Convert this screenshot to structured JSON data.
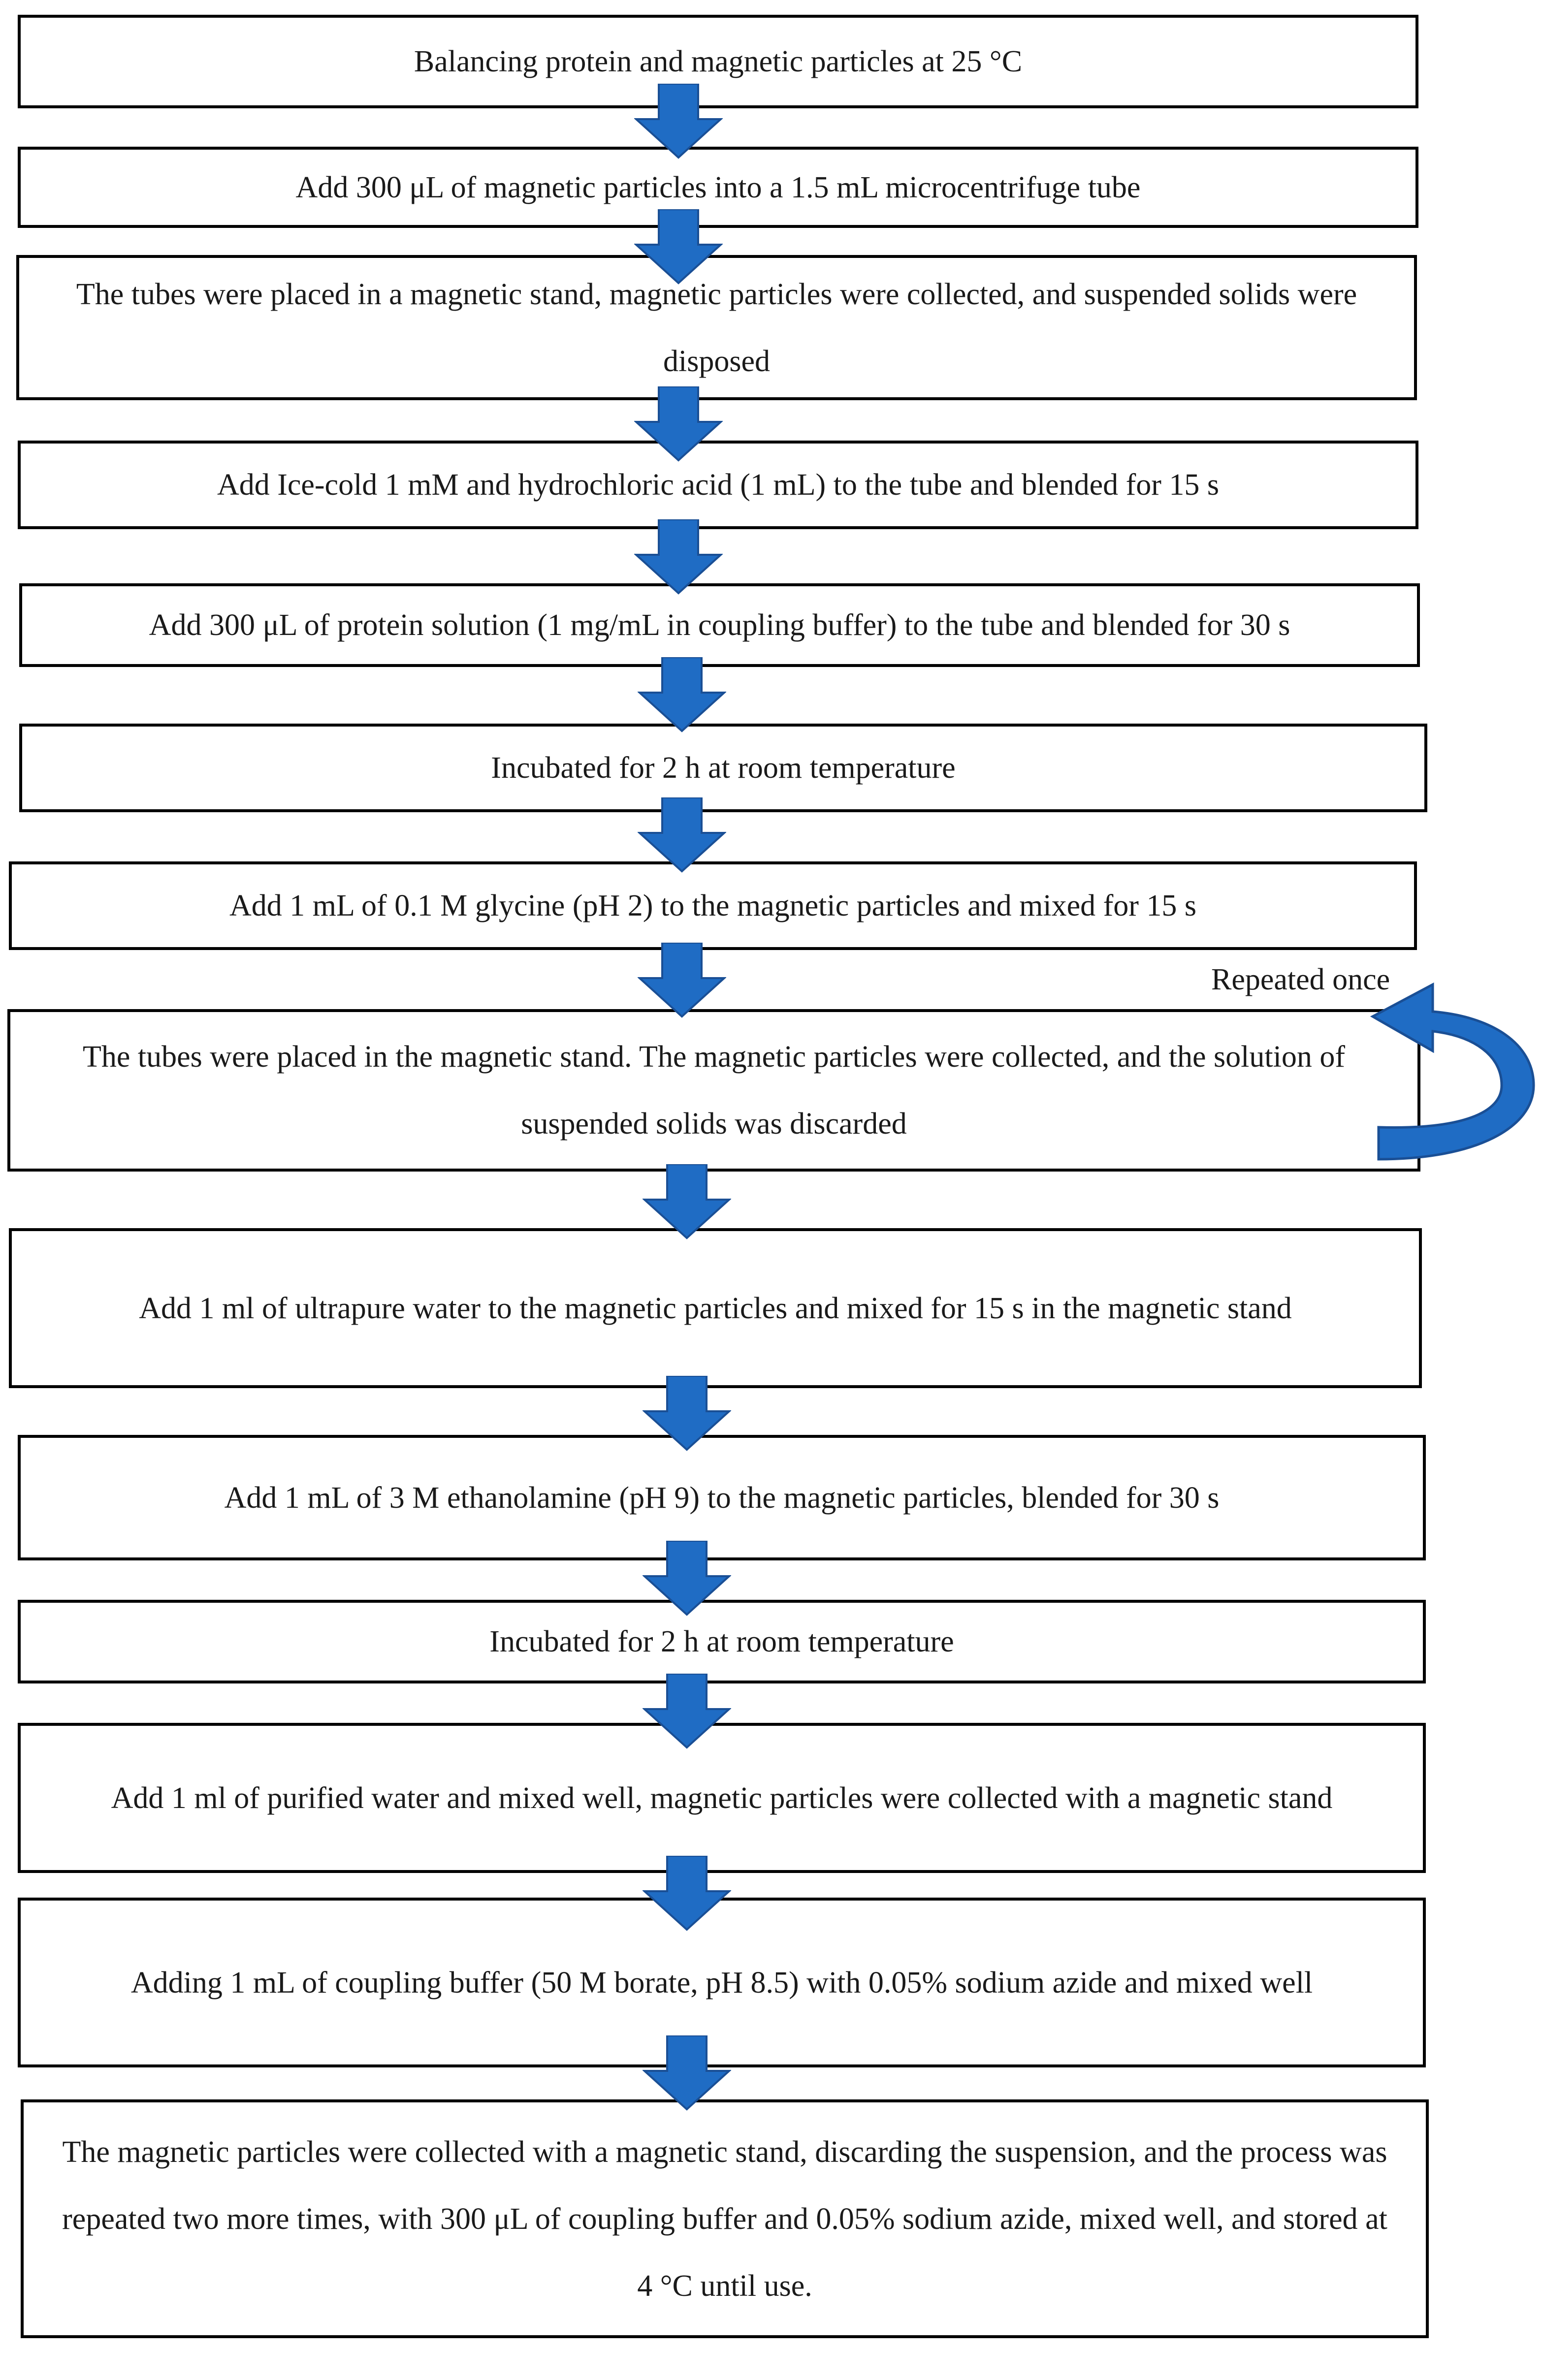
{
  "diagram": {
    "steps": [
      "Balancing protein and magnetic particles at 25 °C",
      "Add 300 μL of magnetic particles into a 1.5 mL microcentrifuge tube",
      "The tubes were placed in a magnetic stand, magnetic particles were collected, and suspended solids were disposed",
      "Add Ice-cold 1 mM and hydrochloric acid (1 mL) to the tube and blended for 15 s",
      "Add 300 μL of protein solution (1 mg/mL in coupling buffer) to the tube and blended for 30 s",
      "Incubated for 2 h at room temperature",
      "Add 1 mL of 0.1 M glycine (pH 2) to the magnetic particles and mixed for 15 s",
      "The tubes were placed in the magnetic stand. The magnetic particles were collected, and the solution of suspended solids was discarded",
      "Add 1 ml of ultrapure water to the magnetic particles and mixed for 15 s in the magnetic stand",
      "Add 1 mL of 3 M ethanolamine (pH 9) to the magnetic particles, blended for 30 s",
      "Incubated for 2 h at room temperature",
      "Add 1 ml of purified water and mixed well, magnetic particles were collected with a magnetic stand",
      "Adding 1 mL of coupling buffer (50 M borate, pH 8.5) with 0.05% sodium azide and mixed well",
      "The magnetic particles were collected with a magnetic stand, discarding the suspension, and the process was repeated two more times, with 300 μL of coupling buffer and 0.05% sodium azide, mixed well, and stored at 4 °C until use."
    ],
    "loop_label": "Repeated once",
    "colors": {
      "arrow_fill": "#1f6cc4",
      "arrow_stroke": "#1a4f95",
      "box_border": "#000000"
    }
  }
}
